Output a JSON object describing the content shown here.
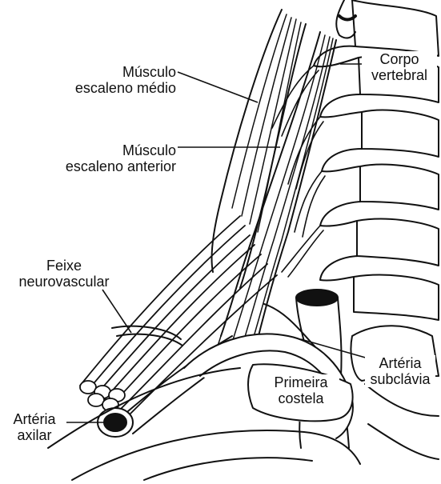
{
  "labels": {
    "musculo_escaleno_medio": [
      "Músculo",
      "escaleno médio"
    ],
    "musculo_escaleno_anterior": [
      "Músculo",
      "escaleno anterior"
    ],
    "corpo_vertebral": [
      "Corpo",
      "vertebral"
    ],
    "feixe_neurovascular": [
      "Feixe",
      "neurovascular"
    ],
    "arteria_subclavia": [
      "Artéria",
      "subclávia"
    ],
    "primeira_costela": [
      "Primeira",
      "costela"
    ],
    "arteria_axilar": [
      "Artéria",
      "axilar"
    ]
  },
  "colors": {
    "ink": "#111111",
    "paper": "#ffffff"
  }
}
